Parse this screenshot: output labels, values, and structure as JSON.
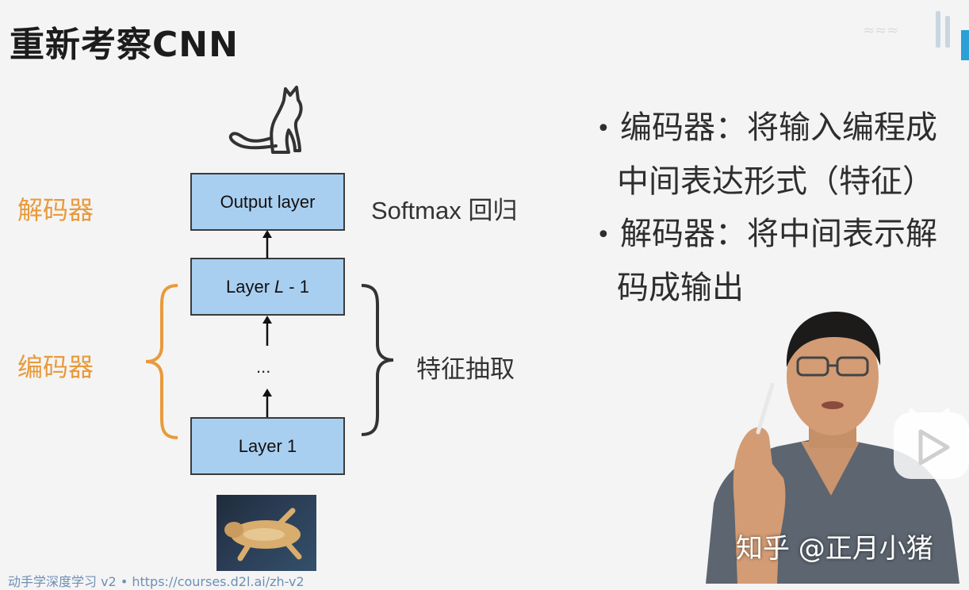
{
  "slide": {
    "title": "重新考察CNN",
    "diagram": {
      "output_layer": "Output layer",
      "layer_l_minus_prefix": "Layer",
      "layer_l_minus_var": "L",
      "layer_l_minus_suffix": "- 1",
      "ellipsis": "...",
      "layer_1": "Layer 1",
      "decoder_label": "解码器",
      "encoder_label": "编码器",
      "softmax_label": "Softmax 回归",
      "feature_label": "特征抽取"
    },
    "bullets": [
      {
        "first": "编码器：将输入编程成",
        "cont": "中间表达形式（特征）"
      },
      {
        "first": "解码器：将中间表示解",
        "cont": "码成输出"
      }
    ],
    "footer": "动手学深度学习 v2 • https://courses.d2l.ai/zh-v2"
  },
  "overlay": {
    "watermark": "知乎 @正月小猪"
  },
  "icons": {
    "cat": "cat-silhouette-icon",
    "play": "play-icon",
    "logo": "bilibili-logo-icon"
  },
  "colors": {
    "box_fill": "#a9cff0",
    "orange": "#e89a3c",
    "footer_link": "#6e8fb5"
  }
}
